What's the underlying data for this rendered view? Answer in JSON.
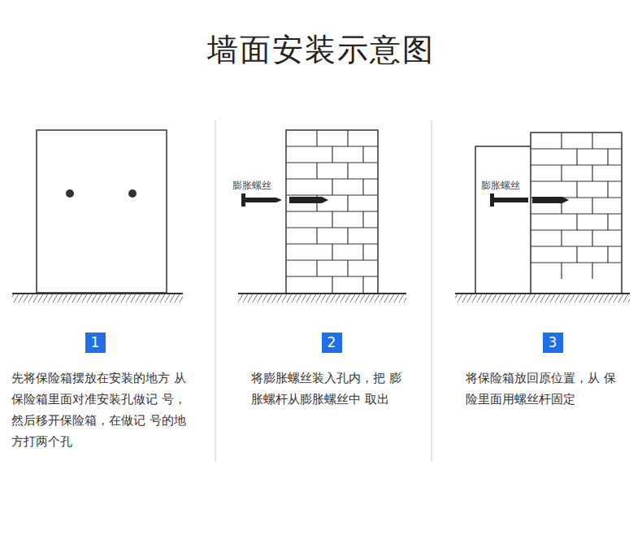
{
  "diagram": {
    "title": "墙面安装示意图",
    "nodes": [
      {
        "text": [
          "1"
        ]
      },
      {
        "text": [
          "2"
        ]
      },
      {
        "text": [
          "3"
        ]
      }
    ],
    "labels": [
      "膨胀螺丝",
      "膨胀螺丝",
      "先将保险箱摆放在安装的地方 从保险箱里面对准安装孔做记 号，然后移开保险箱，在做记 号的地方打两个孔",
      "将膨胀螺丝装入孔内，把 膨胀螺杆从膨胀螺丝中 取出",
      "将保险箱放回原位置，从 保险里面用螺丝杆固定"
    ]
  }
}
